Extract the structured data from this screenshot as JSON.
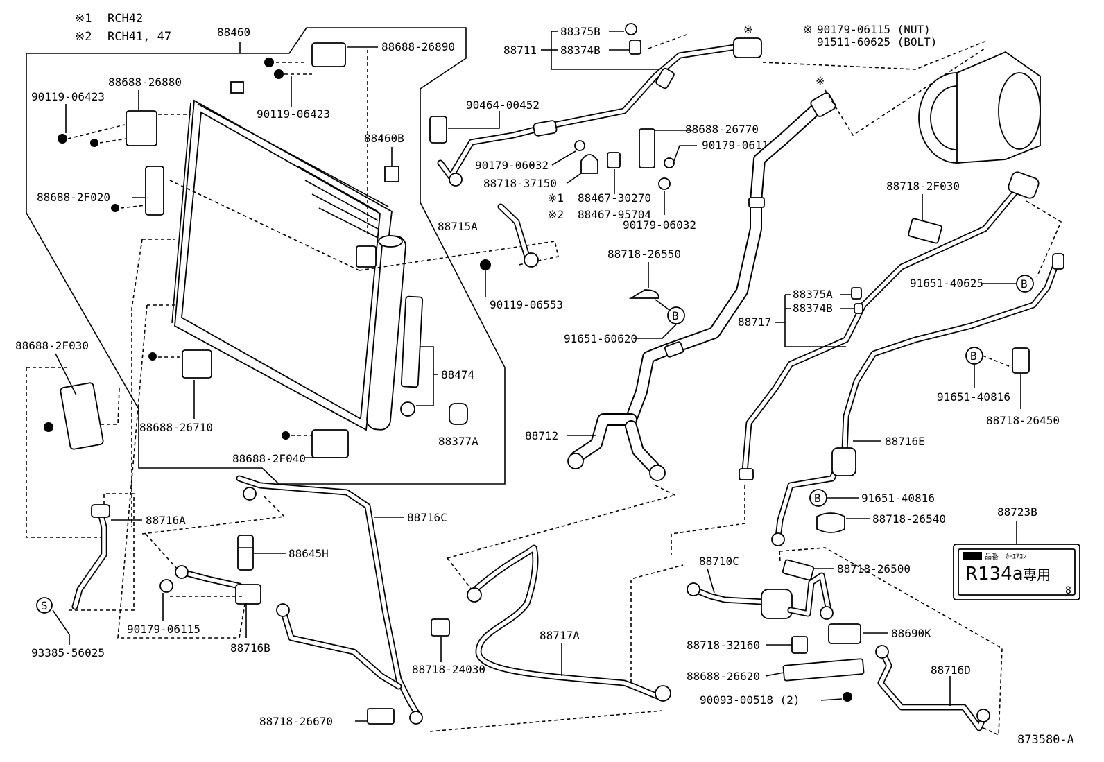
{
  "notes": {
    "note1_mark": "※1",
    "note1_text": "RCH42",
    "note2_mark": "※2",
    "note2_text": "RCH41, 47",
    "nut_bolt_mark": "※",
    "nut_text": "90179-06115 (NUT)",
    "bolt_text": "91511-60625 (BOLT)",
    "compressor_mark": "※",
    "clamp_mark": "※"
  },
  "labels": {
    "p88460": "88460",
    "p88688_26890": "88688-26890",
    "p88688_26880": "88688-26880",
    "p90119_06423_a": "90119-06423",
    "p90119_06423_b": "90119-06423",
    "p88460B": "88460B",
    "p88688_2F020": "88688-2F020",
    "p88688_2F030": "88688-2F030",
    "p88688_26710": "88688-26710",
    "p88474": "88474",
    "p88377A": "88377A",
    "p88688_2F040": "88688-2F040",
    "p88716A": "88716A",
    "p88716C": "88716C",
    "p88645H": "88645H",
    "p90179_06115_a": "90179-06115",
    "p88716B": "88716B",
    "p93385_56025": "93385-56025",
    "p88718_26670": "88718-26670",
    "p88718_24030": "88718-24030",
    "p88717A": "88717A",
    "p88375B": "88375B",
    "p88711": "88711",
    "p88374B_a": "88374B",
    "p90464_00452": "90464-00452",
    "p90179_06032_a": "90179-06032",
    "p88718_37150": "88718-37150",
    "p88715A": "88715A",
    "p90119_06553": "90119-06553",
    "p88688_26770": "88688-26770",
    "p90179_06115_b": "90179-06115",
    "p88467_30270": "88467-30270",
    "p88467_95704": "88467-95704",
    "p90179_06032_b": "90179-06032",
    "p88718_26550": "88718-26550",
    "p91651_60620": "91651-60620",
    "p88712": "88712",
    "p88717": "88717",
    "p88375A": "88375A",
    "p88374B_b": "88374B",
    "p88718_2F030": "88718-2F030",
    "p91651_40625": "91651-40625",
    "p91651_40816_a": "91651-40816",
    "p88718_26450": "88718-26450",
    "p88716E": "88716E",
    "p91651_40816_b": "91651-40816",
    "p88718_26540": "88718-26540",
    "p88723B": "88723B",
    "p88710C": "88710C",
    "p88718_26500": "88718-26500",
    "p88690K": "88690K",
    "p88718_32160": "88718-32160",
    "p88688_26620": "88688-26620",
    "p90093_00518": "90093-00518 (2)",
    "p88716D": "88716D",
    "diagram_code": "873580-A"
  },
  "markers": {
    "B": "B",
    "S": "S"
  },
  "refrigerant_label": {
    "gas": "R134a",
    "kanji": "専用",
    "small_left": "品番",
    "small_right": "ｶｰｴｱｺﾝ",
    "digit": "8"
  }
}
